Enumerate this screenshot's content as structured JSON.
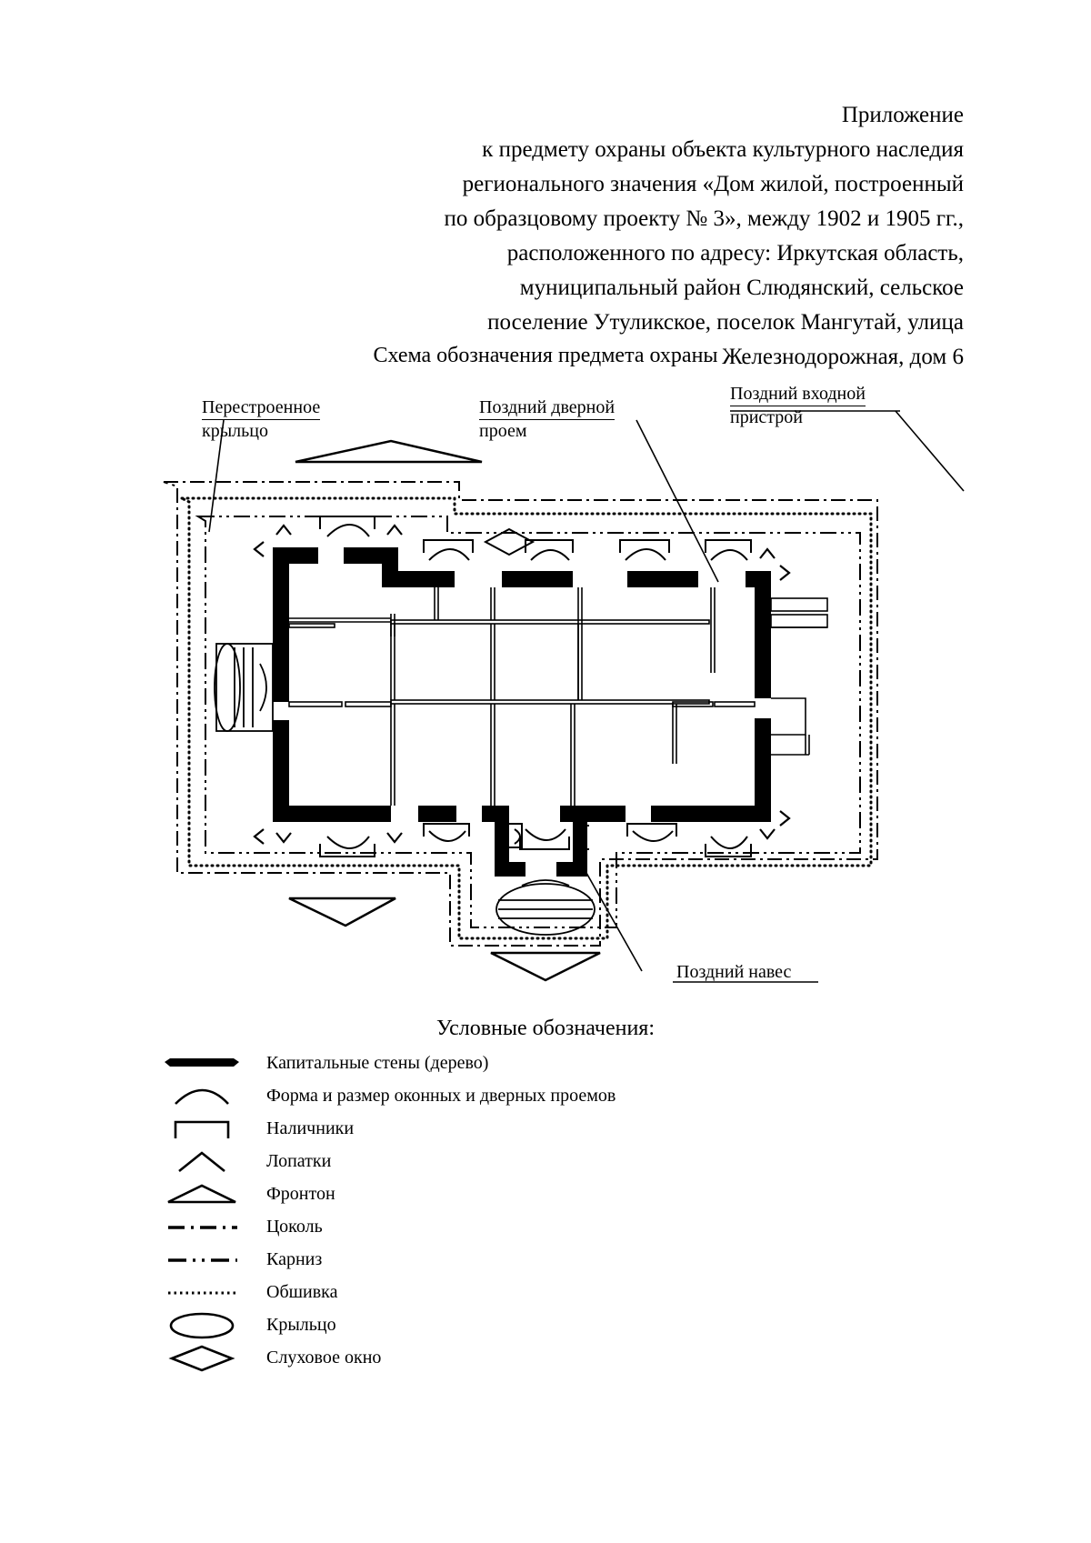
{
  "document": {
    "header_lines": [
      "Приложение",
      "к предмету охраны объекта культурного наследия",
      "регионального значения «Дом жилой, построенный",
      "по образцовому проекту № 3», между 1902 и 1905 гг.,",
      "расположенного по адресу: Иркутская область,",
      "муниципальный район Слюдянский, сельское",
      "поселение Утуликское, поселок Мангутай, улица",
      "Железнодорожная, дом 6"
    ],
    "scheme_title": "Схема обозначения предмета охраны",
    "legend_title": "Условные обозначения:"
  },
  "plan": {
    "callouts": [
      {
        "id": "rebuilt-porch",
        "line1": "Перестроенное",
        "line2": "крыльцо"
      },
      {
        "id": "late-door",
        "line1": "Поздний дверной",
        "line2": "проем"
      },
      {
        "id": "late-entrance",
        "line1": "Поздний входной",
        "line2": "пристрой"
      },
      {
        "id": "late-canopy",
        "line1": "Поздний навес",
        "line2": ""
      }
    ]
  },
  "legend": {
    "items": [
      {
        "symbol": "thick-wall-symbol",
        "label": "Капитальные стены (дерево)"
      },
      {
        "symbol": "arch-opening-symbol",
        "label": "Форма и размер оконных и дверных проемов"
      },
      {
        "symbol": "casing-symbol",
        "label": "Наличники"
      },
      {
        "symbol": "pilaster-symbol",
        "label": "Лопатки"
      },
      {
        "symbol": "pediment-symbol",
        "label": "Фронтон"
      },
      {
        "symbol": "plinth-dashdot-symbol",
        "label": "Цоколь"
      },
      {
        "symbol": "cornice-dashdotdot-symbol",
        "label": "Карниз"
      },
      {
        "symbol": "siding-dotted-symbol",
        "label": "Обшивка"
      },
      {
        "symbol": "porch-ellipse-symbol",
        "label": "Крыльцо"
      },
      {
        "symbol": "dormer-diamond-symbol",
        "label": "Слуховое окно"
      }
    ]
  },
  "colors": {
    "ink": "#000000",
    "paper": "#ffffff"
  }
}
